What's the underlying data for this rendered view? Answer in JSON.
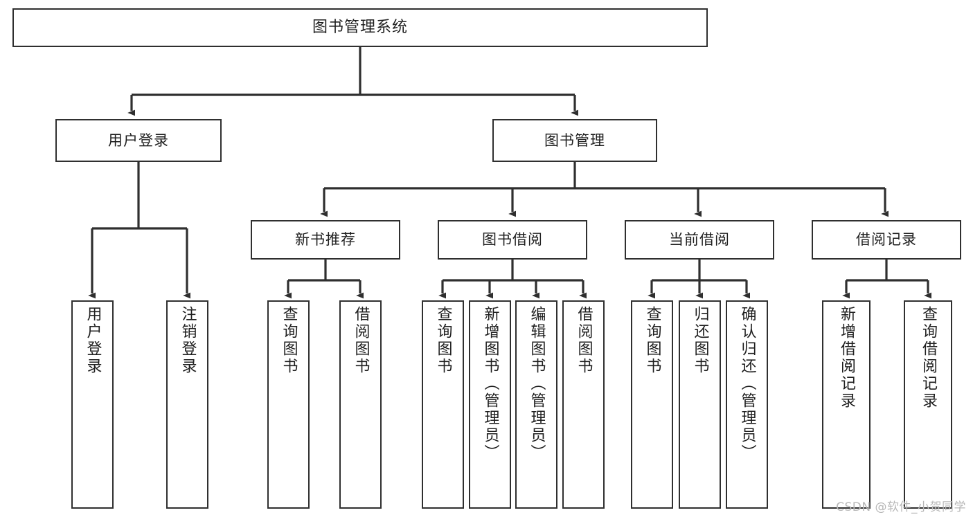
{
  "diagram": {
    "title": "图书管理系统",
    "type": "tree-hierarchy",
    "orientation": "top-down",
    "colors": {
      "stroke": "#2f2f2f",
      "fill": "#ffffff",
      "text": "#1f1f1f",
      "watermark": "#b8b8b8",
      "background": "#ffffff"
    }
  },
  "nodes": {
    "root": {
      "label": "图书管理系统"
    },
    "level2": [
      {
        "id": "user-login",
        "label": "用户登录"
      },
      {
        "id": "book-management",
        "label": "图书管理"
      }
    ],
    "level3": [
      {
        "id": "new-book-recommend",
        "label": "新书推荐"
      },
      {
        "id": "book-borrow",
        "label": "图书借阅"
      },
      {
        "id": "current-borrow",
        "label": "当前借阅"
      },
      {
        "id": "borrow-record",
        "label": "借阅记录"
      }
    ],
    "leaves": {
      "user-login": [
        {
          "id": "leaf-user-login",
          "label": "用户登录"
        },
        {
          "id": "leaf-user-logout",
          "label": "注销登录"
        }
      ],
      "new-book-recommend": [
        {
          "id": "leaf-query-book-1",
          "label": "查询图书"
        },
        {
          "id": "leaf-borrow-book-1",
          "label": "借阅图书"
        }
      ],
      "book-borrow": [
        {
          "id": "leaf-query-book-2",
          "label": "查询图书"
        },
        {
          "id": "leaf-add-book",
          "label": "新增图书（管理员）"
        },
        {
          "id": "leaf-edit-book",
          "label": "编辑图书（管理员）"
        },
        {
          "id": "leaf-borrow-book-2",
          "label": "借阅图书"
        }
      ],
      "current-borrow": [
        {
          "id": "leaf-query-book-3",
          "label": "查询图书"
        },
        {
          "id": "leaf-return-book",
          "label": "归还图书"
        },
        {
          "id": "leaf-confirm-return",
          "label": "确认归还（管理员）"
        }
      ],
      "borrow-record": [
        {
          "id": "leaf-add-record",
          "label": "新增借阅记录"
        },
        {
          "id": "leaf-query-record",
          "label": "查询借阅记录"
        }
      ]
    }
  },
  "watermark": {
    "text": "CSDN @软件_小贺同学"
  }
}
